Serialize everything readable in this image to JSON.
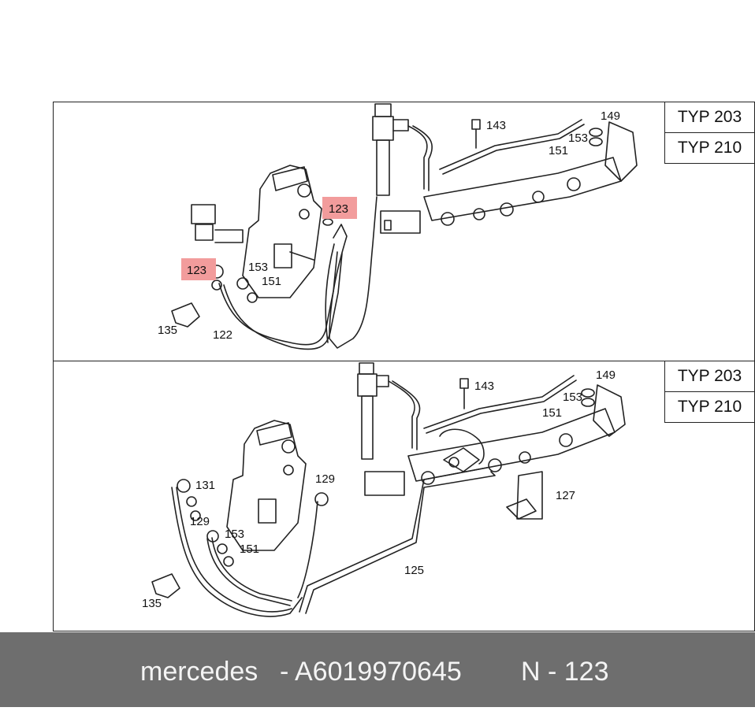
{
  "panels": [
    {
      "types": [
        "TYP 203",
        "TYP 210"
      ],
      "callouts": {
        "p143": "143",
        "p149": "149",
        "p153a": "153",
        "p151a": "151",
        "p123a": "123",
        "p123b": "123",
        "p153b": "153",
        "p151b": "151",
        "p135": "135",
        "p122": "122"
      }
    },
    {
      "types": [
        "TYP 203",
        "TYP 210"
      ],
      "callouts": {
        "p143": "143",
        "p149": "149",
        "p153a": "153",
        "p151a": "151",
        "p131": "131",
        "p129a": "129",
        "p129b": "129",
        "p153b": "153",
        "p151b": "151",
        "p135": "135",
        "p127": "127",
        "p125": "125"
      }
    }
  ],
  "highlight_color": "#f29c9c",
  "footer": {
    "brand": "mercedes",
    "separator": "-",
    "part_number": "A6019970645",
    "position_label": "N - 123"
  }
}
